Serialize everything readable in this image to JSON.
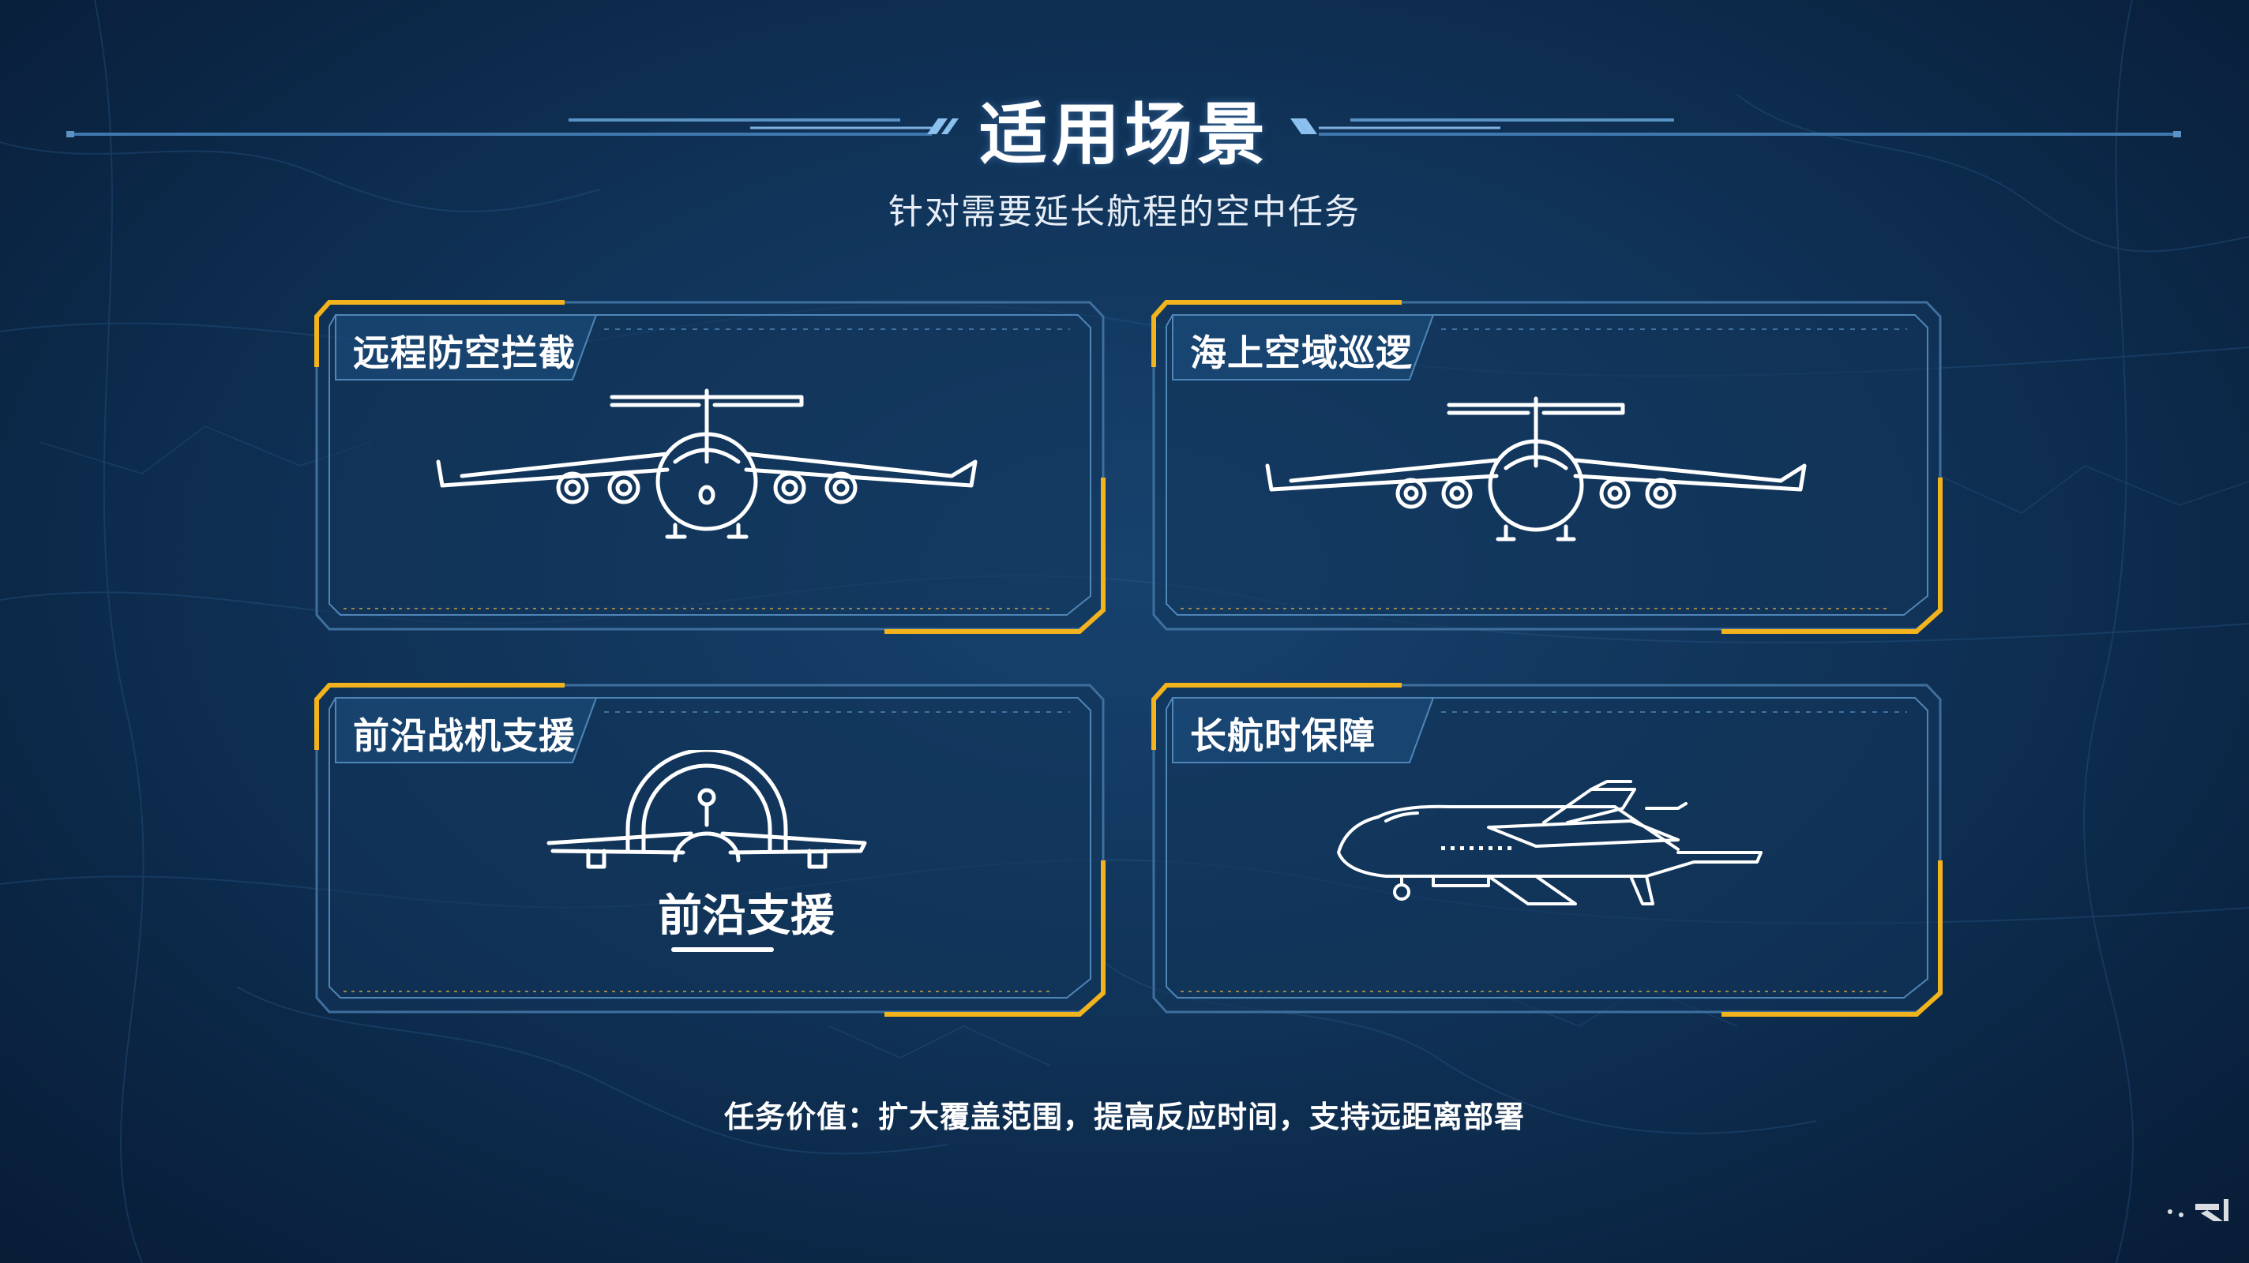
{
  "header": {
    "title": "适用场景",
    "subtitle": "针对需要延长航程的空中任务"
  },
  "cards": [
    {
      "label": "远程防空拦截",
      "icon": "transport-aircraft-front-icon"
    },
    {
      "label": "海上空域巡逻",
      "icon": "transport-aircraft-front-icon"
    },
    {
      "label": "前沿战机支援",
      "icon": "aircraft-with-radar-dome-icon",
      "sub_label": "前沿支援"
    },
    {
      "label": "长航时保障",
      "icon": "aircraft-side-refueling-icon"
    }
  ],
  "footer": {
    "text": "任务价值：扩大覆盖范围，提高反应时间，支持远距离部署"
  },
  "colors": {
    "background": "#103358",
    "accent_gold": "#f2b31d",
    "frame_blue": "#4f86b8",
    "text": "#ffffff"
  }
}
